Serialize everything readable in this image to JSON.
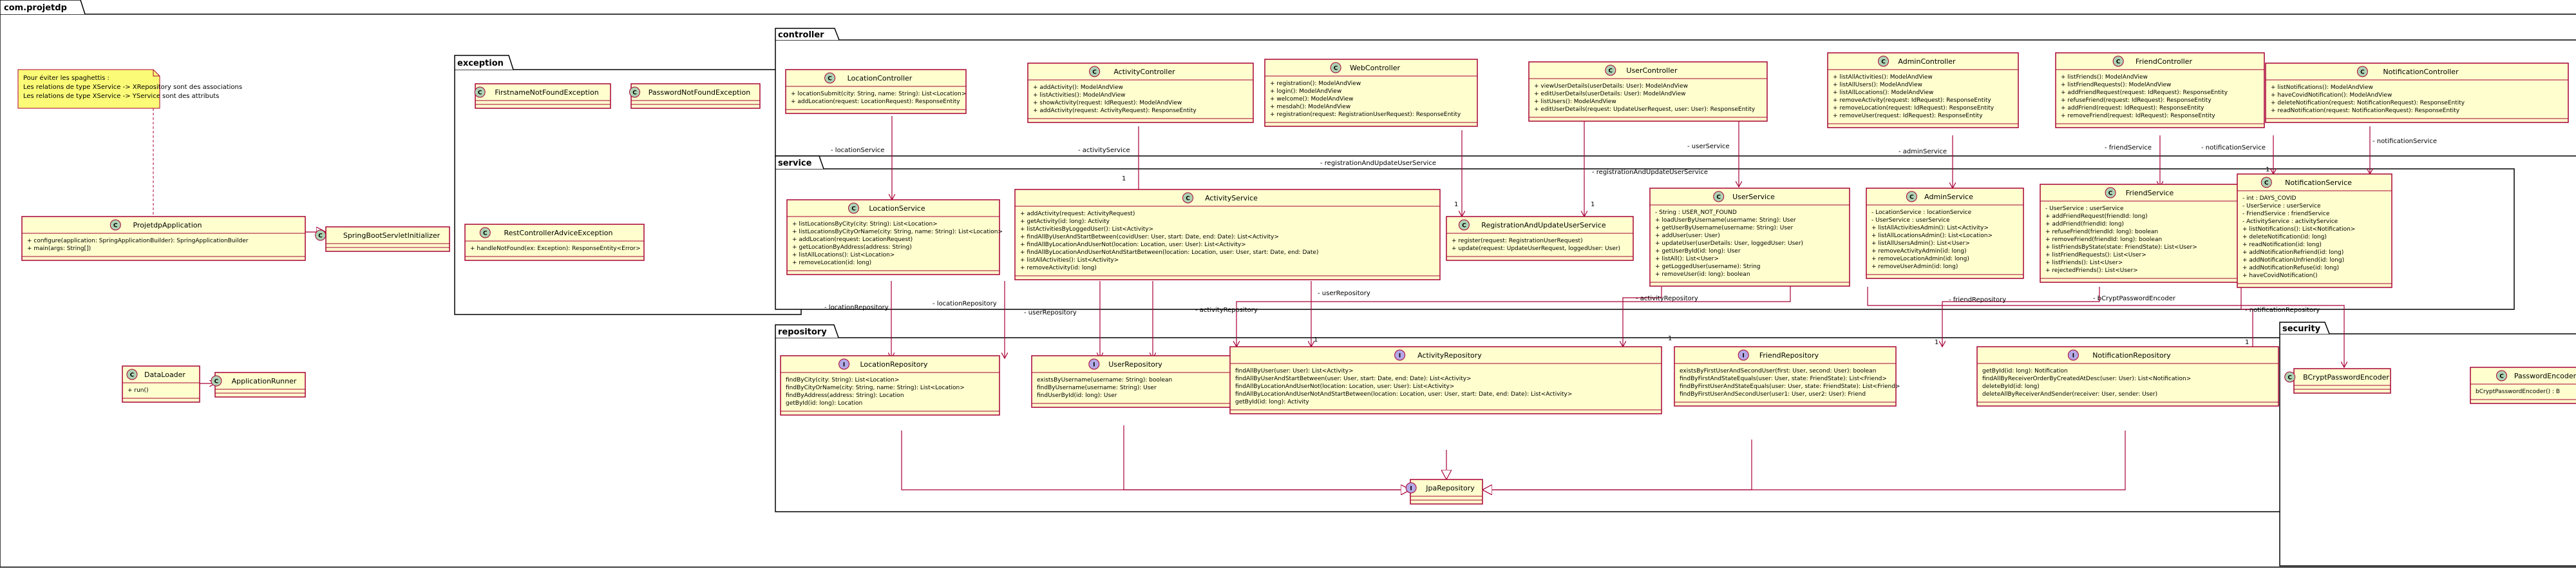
{
  "root_package": "com.projetdp",
  "packages": {
    "exception": "exception",
    "controller": "controller",
    "service": "service",
    "repository": "repository",
    "security": "security"
  },
  "note": {
    "lines": [
      "Pour éviter les spaghettis :",
      "Les relations de type XService -> XRepository sont des associations",
      "Les relations de type XService -> YService sont des attributs"
    ]
  },
  "classes": {
    "projetdp": {
      "name": "ProjetdpApplication",
      "kind": "C",
      "members": [
        "+ configure(application: SpringApplicationBuilder): SpringApplicationBuilder",
        "+ main(args: String[])"
      ]
    },
    "springboot": {
      "name": "SpringBootServletInitializer",
      "kind": "C",
      "members": []
    },
    "dataloader": {
      "name": "DataLoader",
      "kind": "C",
      "members": [
        "+ run()"
      ]
    },
    "apprunner": {
      "name": "ApplicationRunner",
      "kind": "C",
      "members": []
    },
    "firstnameex": {
      "name": "FirstnameNotFoundException",
      "kind": "C",
      "members": []
    },
    "passwordex": {
      "name": "PasswordNotFoundException",
      "kind": "C",
      "members": []
    },
    "restadvice": {
      "name": "RestControllerAdviceException",
      "kind": "C",
      "members": [
        "+ handleNotFound(ex: Exception): ResponseEntity<Error>"
      ]
    },
    "locationctrl": {
      "name": "LocationController",
      "kind": "C",
      "members": [
        "+ locationSubmit(city: String, name: String): List<Location>",
        "+ addLocation(request: LocationRequest): ResponseEntity"
      ]
    },
    "activityctrl": {
      "name": "ActivityController",
      "kind": "C",
      "members": [
        "+ addActivity(): ModelAndView",
        "+ listActivities(): ModelAndView",
        "+ showActivity(request: IdRequest): ModelAndView",
        "+ addActivity(request: ActivityRequest): ResponseEntity"
      ]
    },
    "webctrl": {
      "name": "WebController",
      "kind": "C",
      "members": [
        "+ registration(): ModelAndView",
        "+ login(): ModelAndView",
        "+ welcome(): ModelAndView",
        "+ mesdah(): ModelAndView",
        "+ registration(request: RegistrationUserRequest): ResponseEntity"
      ]
    },
    "userctrl": {
      "name": "UserController",
      "kind": "C",
      "members": [
        "+ viewUserDetails(userDetails: User): ModelAndView",
        "+ editUserDetails(userDetails: User): ModelAndView",
        "+ listUsers(): ModelAndView",
        "+ editUserDetails(request: UpdateUserRequest, user: User): ResponseEntity"
      ]
    },
    "adminctrl": {
      "name": "AdminController",
      "kind": "C",
      "members": [
        "+ listAllActivities(): ModelAndView",
        "+ listAllUsers(): ModelAndView",
        "+ listAllLocations(): ModelAndView",
        "+ removeActivity(request: IdRequest): ResponseEntity",
        "+ removeLocation(request: IdRequest): ResponseEntity",
        "+ removeUser(request: IdRequest): ResponseEntity"
      ]
    },
    "friendctrl": {
      "name": "FriendController",
      "kind": "C",
      "members": [
        "+ listFriends(): ModelAndView",
        "+ listFriendRequests(): ModelAndView",
        "+ addFriendRequest(request: IdRequest): ResponseEntity",
        "+ refuseFriend(request: IdRequest): ResponseEntity",
        "+ addFriend(request: IdRequest): ResponseEntity",
        "+ removeFriend(request: IdRequest): ResponseEntity"
      ]
    },
    "notifctrl": {
      "name": "NotificationController",
      "kind": "C",
      "members": [
        "+ listNotifications(): ModelAndView",
        "+ haveCovidNotification(): ModelAndView",
        "+ deleteNotification(request: NotificationRequest): ResponseEntity",
        "+ readNotification(request: NotificationRequest): ResponseEntity"
      ]
    },
    "locationsvc": {
      "name": "LocationService",
      "kind": "C",
      "members": [
        "+ listLocationsByCity(city: String): List<Location>",
        "+ listLocationsByCityOrName(city: String, name: String): List<Location>",
        "+ addLocation(request: LocationRequest)",
        "+ getLocationByAddress(address: String)",
        "+ listAllLocations(): List<Location>",
        "+ removeLocation(id: long)"
      ]
    },
    "activitysvc": {
      "name": "ActivityService",
      "kind": "C",
      "members": [
        "+ addActivity(request: ActivityRequest)",
        "+ getActivity(id: long): Activity",
        "+ listActivitiesByLoggedUser(): List<Activity>",
        "+ findAllByUserAndStartBetween(covidUser: User, start: Date, end: Date): List<Activity>",
        "+ findAllByLocationAndUserNot(location: Location, user: User): List<Activity>",
        "+ findAllByLocationAndUserNotAndStartBetween(location: Location, user: User, start: Date, end: Date)",
        "+ listAllActivities(): List<Activity>",
        "+ removeActivity(id: long)"
      ]
    },
    "regsvc": {
      "name": "RegistrationAndUpdateUserService",
      "kind": "C",
      "members": [
        "+ register(request: RegistrationUserRequest)",
        "+ update(request: UpdateUserRequest, loggedUser: User)"
      ]
    },
    "usersvc": {
      "name": "UserService",
      "kind": "C",
      "members": [
        "- String : USER_NOT_FOUND",
        "+ loadUserByUsername(username: String): User",
        "+ getUserByUsername(username: String): User",
        "+ addUser(user: User)",
        "+ updateUser(userDetails: User, loggedUser: User)",
        "+ getUserById(id: long): User",
        "+ listAll(): List<User>",
        "+ getLoggedUser(username): String",
        "+ removeUser(id: long): boolean"
      ]
    },
    "adminsvc": {
      "name": "AdminService",
      "kind": "C",
      "members": [
        "- LocationService : locationService",
        "- UserService : userService",
        "+ listAllActivitiesAdmin(): List<Activity>",
        "+ listAllLocationsAdmin(): List<Location>",
        "+ listAllUsersAdmin(): List<User>",
        "+ removeActivityAdmin(id: long)",
        "+ removeLocationAdmin(id: long)",
        "+ removeUserAdmin(id: long)"
      ]
    },
    "friendsvc": {
      "name": "FriendService",
      "kind": "C",
      "members": [
        "- UserService : userService",
        "+ addFriendRequest(friendId: long)",
        "+ addFriend(friendId: long)",
        "+ refuseFriend(friendId: long): boolean",
        "+ removeFriend(friendId: long): boolean",
        "+ listFriendsByState(state: FriendState): List<User>",
        "+ listFriendRequests(): List<User>",
        "+ listFriends(): List<User>",
        "+ rejectedFriends(): List<User>"
      ]
    },
    "notifsvc": {
      "name": "NotificationService",
      "kind": "C",
      "members": [
        "- int : DAYS_COVID",
        "- UserService : userService",
        "- FriendService : friendService",
        "- ActivityService : activityService",
        "+ listNotifications(): List<Notification>",
        "+ deleteNotification(id: long)",
        "+ readNotification(id: long)",
        "+ addNotificationRefriend(id: long)",
        "+ addNotificationUnfriend(id: long)",
        "+ addNotificationRefuse(id: long)",
        "+ haveCovidNotification()"
      ]
    },
    "locationrepo": {
      "name": "LocationRepository",
      "kind": "I",
      "members": [
        "findByCity(city: String): List<Location>",
        "findByCityOrName(city: String, name: String): List<Location>",
        "findByAddress(address: String): Location",
        "getById(id: long): Location"
      ]
    },
    "userrepo": {
      "name": "UserRepository",
      "kind": "I",
      "members": [
        "existsByUsername(username: String): boolean",
        "findByUsername(username: String): User",
        "findUserById(id: long): User"
      ]
    },
    "activityrepo": {
      "name": "ActivityRepository",
      "kind": "I",
      "members": [
        "findAllByUser(user: User): List<Activity>",
        "findAllByUserAndStartBetween(user: User, start: Date, end: Date): List<Activity>",
        "findAllByLocationAndUserNot(location: Location, user: User): List<Activity>",
        "findAllByLocationAndUserNotAndStartBetween(location: Location, user: User, start: Date, end: Date): List<Activity>",
        "getById(id: long): Activity"
      ]
    },
    "friendrepo": {
      "name": "FriendRepository",
      "kind": "I",
      "members": [
        "existsByFirstUserAndSecondUser(first: User, second: User): boolean",
        "findByFirstAndStateEquals(user: User, state: FriendState): List<Friend>",
        "findByFirstUserAndStateEquals(user: User, state: FriendState): List<Friend>",
        "findByFirstUserAndSecondUser(user1: User, user2: User): Friend"
      ]
    },
    "notifrepo": {
      "name": "NotificationRepository",
      "kind": "I",
      "members": [
        "getById(id: long): Notification",
        "findAllByReceiverOrderByCreatedAtDesc(user: User): List<Notification>",
        "deleteById(id: long)",
        "deleteAllByReceiverAndSender(receiver: User, sender: User)"
      ]
    },
    "jparepo": {
      "name": "JpaRepository",
      "kind": "I",
      "members": []
    },
    "bcrypt": {
      "name": "BCryptPasswordEncoder",
      "kind": "C",
      "members": []
    },
    "pwdenc": {
      "name": "PasswordEncoder",
      "kind": "C",
      "members": [
        "bCryptPasswordEncoder() : B"
      ]
    }
  },
  "labels": {
    "locationService": "- locationService",
    "activityService": "- activityService",
    "regService": "- registrationAndUpdateUserService",
    "regService2": "- registrationAndUpdateUserService",
    "userService": "- userService",
    "adminService": "- adminService",
    "friendService": "- friendService",
    "notificationService": "- notificationService",
    "notificationService2": "- notificationService",
    "locationRepository": "- locationRepository",
    "locationRepository2": "- locationRepository",
    "userRepository": "- userRepository",
    "userRepository2": "- userRepository",
    "activityRepository": "- activityRepository",
    "activityRepository2": "- activityRepository",
    "friendRepository": "- friendRepository",
    "bCryptPasswordEncoder": "- bCryptPasswordEncoder",
    "notificationRepository": "- notificationRepository",
    "one": "1"
  },
  "colors": {
    "class_fill": "#FEFECE",
    "class_border": "#A80036",
    "class_circle": "#ADD1B2",
    "interface_circle": "#B4A7E5",
    "arrow": "#A80036",
    "note_fill": "#FBFB77",
    "package_fill": "#FFFFFF"
  }
}
